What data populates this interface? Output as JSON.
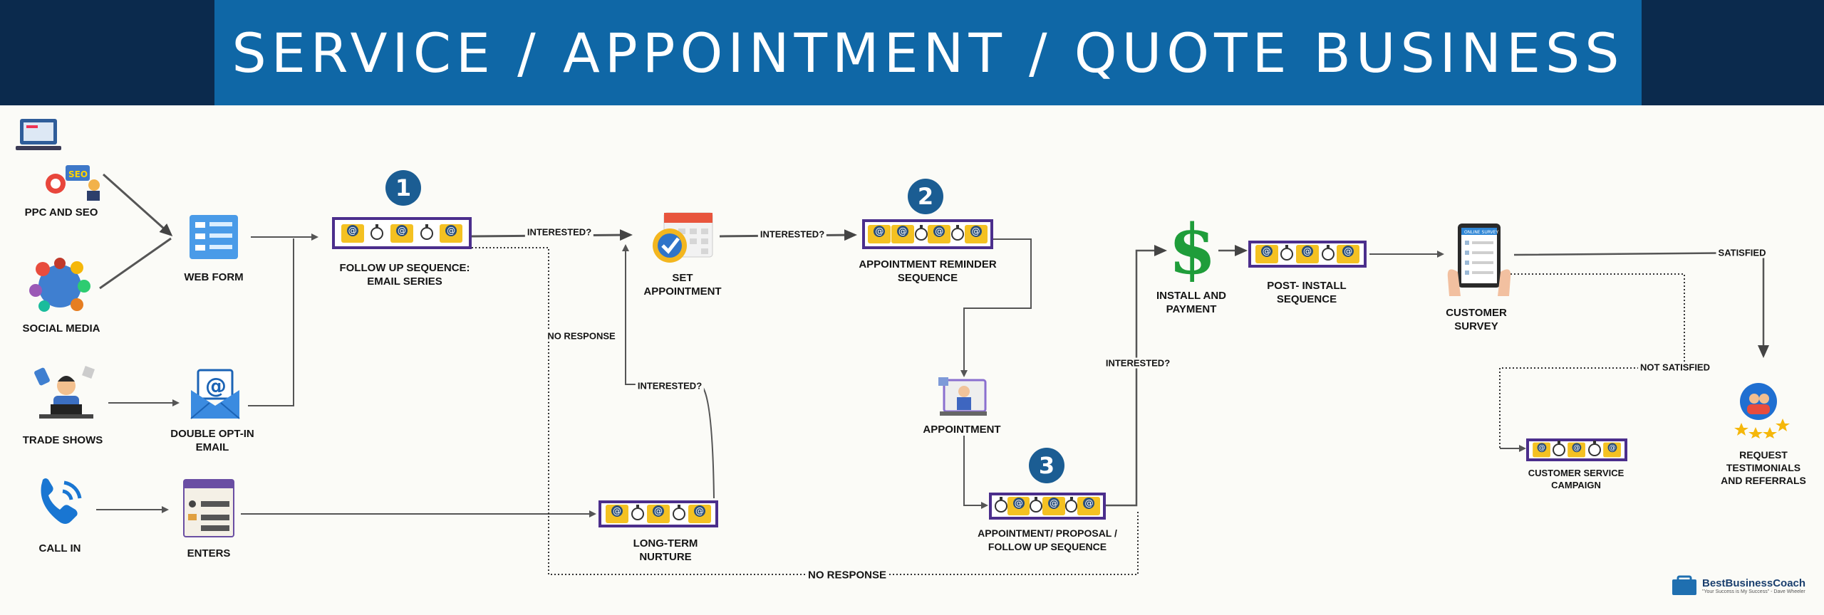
{
  "title": "SERVICE / APPOINTMENT / QUOTE BUSINESS",
  "sources": {
    "ppc": "PPC AND SEO",
    "social": "SOCIAL MEDIA",
    "trade": "TRADE SHOWS",
    "call": "CALL IN"
  },
  "nodes": {
    "web_form": "WEB FORM",
    "double_optin_1": "DOUBLE OPT-IN",
    "double_optin_2": "EMAIL",
    "enters": "ENTERS",
    "followup_1": "FOLLOW UP SEQUENCE:",
    "followup_2": "EMAIL SERIES",
    "set_appt_1": "SET",
    "set_appt_2": "APPOINTMENT",
    "reminder_1": "APPOINTMENT REMINDER",
    "reminder_2": "SEQUENCE",
    "appointment": "APPOINTMENT",
    "proposal_1": "APPOINTMENT/ PROPOSAL /",
    "proposal_2": "FOLLOW UP SEQUENCE",
    "nurture_1": "LONG-TERM",
    "nurture_2": "NURTURE",
    "install_1": "INSTALL AND",
    "install_2": "PAYMENT",
    "post_1": "POST- INSTALL",
    "post_2": "SEQUENCE",
    "survey_1": "CUSTOMER",
    "survey_2": "SURVEY",
    "cs_1": "CUSTOMER SERVICE",
    "cs_2": "CAMPAIGN",
    "req_1": "REQUEST",
    "req_2": "TESTIMONIALS",
    "req_3": "AND REFERRALS"
  },
  "edges": {
    "interested_1": "INTERESTED?",
    "interested_2": "INTERESTED?",
    "interested_3": "INTERESTED?",
    "interested_4": "INTERESTED?",
    "no_response_1": "NO RESPONSE",
    "no_response_2": "NO RESPONSE",
    "satisfied": "SATISFIED",
    "not_satisfied": "NOT SATISFIED"
  },
  "badges": [
    "1",
    "2",
    "3"
  ],
  "survey_header": "ONLINE SURVEY",
  "logo": {
    "name": "BestBusinessCoach",
    "tagline": "\"Your Success is My Success\" - Dave Wheeler"
  },
  "colors": {
    "banner": "#0f67a6",
    "banner_dark": "#0b2a4d",
    "sequence_border": "#4b2e8c",
    "envelope": "#f4c122",
    "badge": "#1b5d93",
    "dollar": "#1f9d3a"
  },
  "icons": [
    "laptop-icon",
    "seo-icon",
    "social-media-icon",
    "trade-show-icon",
    "phone-icon",
    "web-form-icon",
    "email-at-icon",
    "enters-form-icon",
    "calendar-check-icon",
    "appointment-icon",
    "dollar-icon",
    "survey-tablet-icon",
    "testimonial-icon"
  ]
}
